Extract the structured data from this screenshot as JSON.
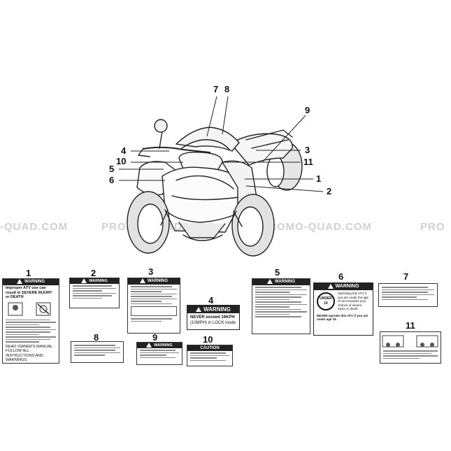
{
  "watermarks": [
    {
      "text": "-QUAD.COM"
    },
    {
      "text": "PROMO-QUAD.COM"
    },
    {
      "text": "PROMO-QUAD.COM"
    },
    {
      "text": "PRO"
    }
  ],
  "callouts": [
    "7",
    "8",
    "9",
    "4",
    "3",
    "10",
    "11",
    "5",
    "1",
    "6",
    "2"
  ],
  "labels": [
    "1",
    "2",
    "3",
    "4",
    "5",
    "6",
    "7",
    "8",
    "9",
    "10",
    "11"
  ],
  "decals": {
    "d1": {
      "header": "WARNING",
      "lead": "Improper ATV use can result in SEVERE INJURY or DEATH",
      "footer": "READ OWNER'S MANUAL. FOLLOW ALL INSTRUCTIONS AND WARNINGS."
    },
    "d2": {
      "header": "WARNING"
    },
    "d3": {
      "header": "WARNING"
    },
    "d4": {
      "header": "WARNING",
      "line1": "NEVER exceed 16KPH",
      "line2": "(10MPH) in LOCK mode"
    },
    "d5": {
      "header": "WARNING"
    },
    "d6": {
      "header": "WARNING",
      "badge": "UNDER 16",
      "text1": "Operating this ATV if you are under the age of 16 increases your chance of severe injury or death.",
      "text2": "NEVER operate this ATV if you are under age 16"
    },
    "d9": {
      "header": "WARNING"
    },
    "d10": {
      "header": "CAUTION"
    }
  }
}
